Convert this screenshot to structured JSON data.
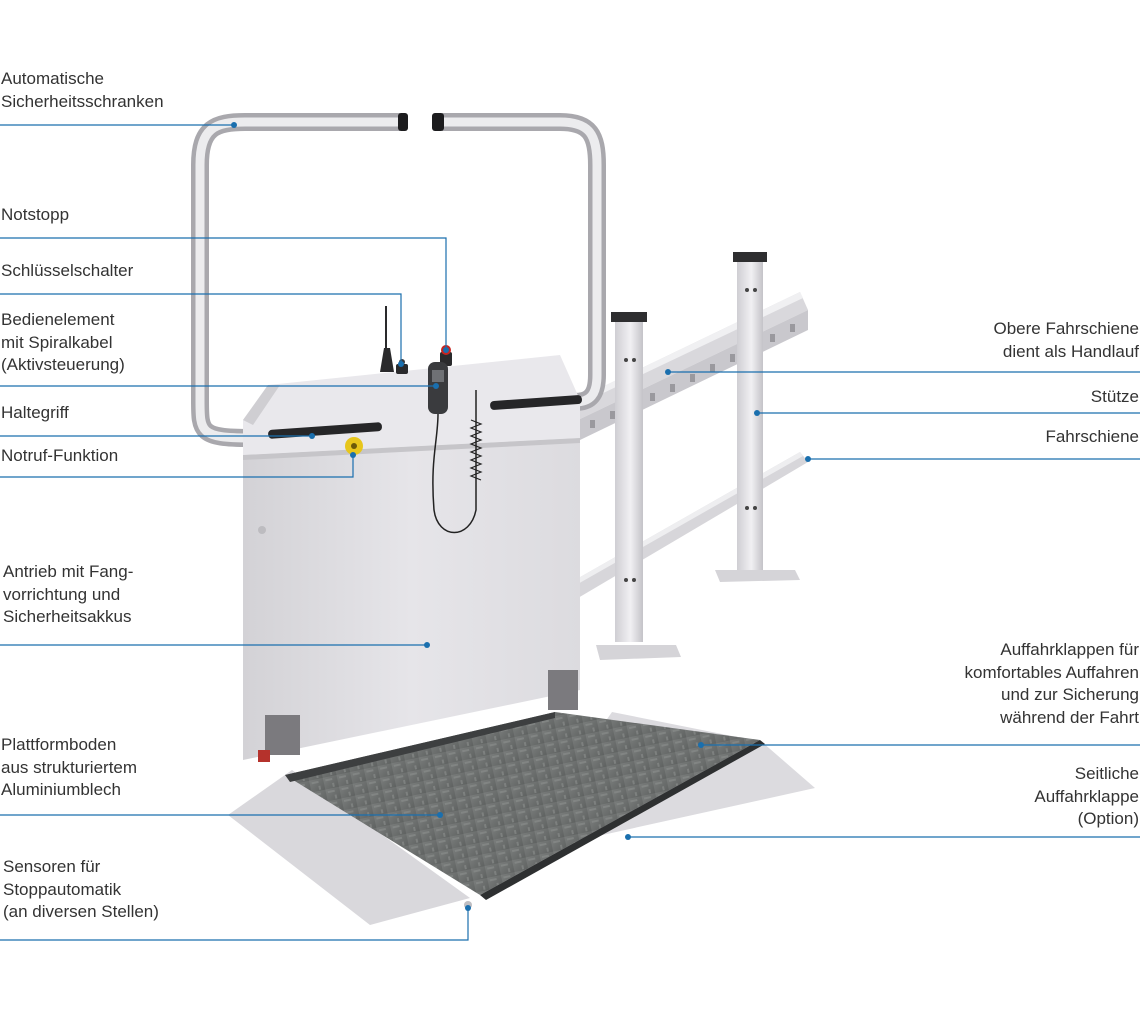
{
  "accent_color": "#1a6fae",
  "labels_left": [
    {
      "id": "automatische-sicherheitsschranken",
      "text": "Automatische\nSicherheitsschranken"
    },
    {
      "id": "notstopp",
      "text": "Notstopp"
    },
    {
      "id": "schluesselschalter",
      "text": "Schlüsselschalter"
    },
    {
      "id": "bedienelement",
      "text": "Bedienelement\nmit Spiralkabel\n(Aktivsteuerung)"
    },
    {
      "id": "haltegriff",
      "text": "Haltegriff"
    },
    {
      "id": "notruf-funktion",
      "text": "Notruf-Funktion"
    },
    {
      "id": "antrieb",
      "text": "Antrieb mit Fang-\nvorrichtung und\nSicherheitsakkus"
    },
    {
      "id": "plattformboden",
      "text": "Plattformboden\naus strukturiertem\nAluminiumblech"
    },
    {
      "id": "sensoren",
      "text": "Sensoren für\nStoppautomatik\n(an diversen Stellen)"
    }
  ],
  "labels_right": [
    {
      "id": "obere-fahrschiene",
      "text": "Obere Fahrschiene\ndient als Handlauf"
    },
    {
      "id": "stuetze",
      "text": "Stütze"
    },
    {
      "id": "fahrschiene",
      "text": "Fahrschiene"
    },
    {
      "id": "auffahrklappen",
      "text": "Auffahrklappen für\nkomfortables Auffahren\nund zur Sicherung\nwährend der Fahrt"
    },
    {
      "id": "seitliche-auffahrklappe",
      "text": "Seitliche\nAuffahrklappe\n(Option)"
    }
  ]
}
